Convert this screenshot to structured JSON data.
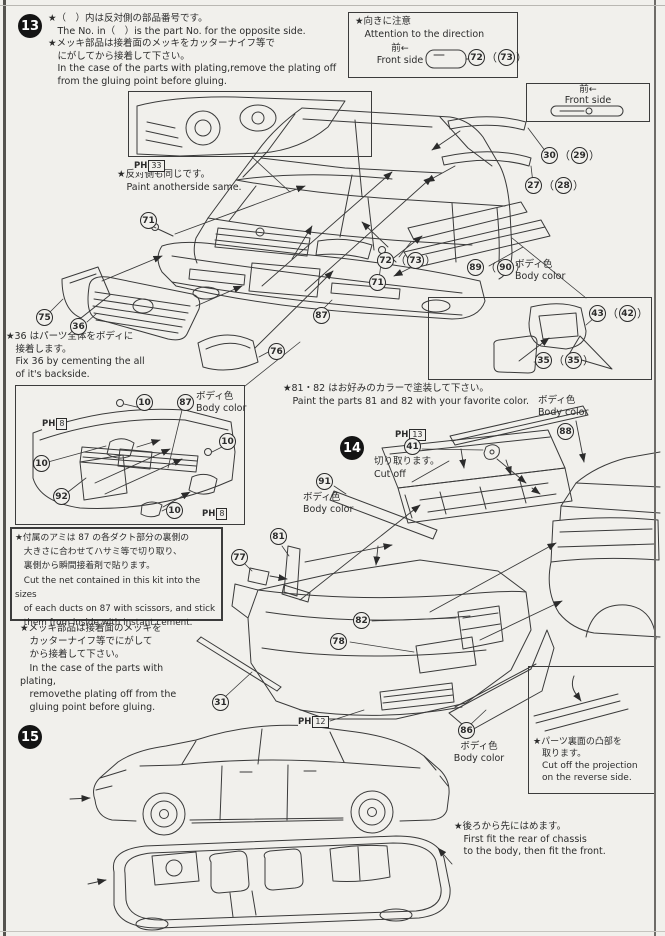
{
  "page": {
    "background": "#f1f0ec",
    "ink": "#2b2b2b",
    "edge_color": "#55534f"
  },
  "steps": {
    "s13": "13",
    "s14": "14",
    "s15": "15"
  },
  "labels": {
    "ph_prefix": "PH",
    "paren_open": "（",
    "paren_close": "）",
    "body_color": "ボディ色\nBody color"
  },
  "notes": {
    "header": "★（　）内は反対側の部品番号です。\n　The No. in（　）is the part No. for the opposite side.\n★メッキ部品は接着面のメッキをカッターナイフ等で\n　にがしてから接着して下さい。\n　In the case of the parts with plating,remove the plating off\n　from the gluing point before gluing.",
    "direction_title": "★向きに注意\n　Attention to the direction",
    "direction_front": "前←\nFront side",
    "frontbox_front": "前←\nFront side",
    "opposite_same": "★反対側も同じです。\n　Paint anotherside same.",
    "fix36": "★36 はパーツ全体をボディに\n　接着します。\n　Fix 36 by cementing the all\n　of it's backside.",
    "paint_8182": "★81・82 はお好みのカラーで塗装して下さい。\n　Paint the parts 81 and 82 with your favorite color.",
    "net": "★付属のアミは 87 の各ダクト部分の裏側の\n　大きさに合わせてハサミ等で切り取り、\n　裏側から瞬間接着剤で貼ります。\n　Cut the net contained in this kit into the sizes\n　of each ducts on 87 with scissors, and stick\n　them from inside with instant cement.",
    "plating": "★メッキ部品は接着面のメッキを\n　カッターナイフ等でにがして\n　から接着して下さい。\n　In the case of the parts with plating,\n　removethe plating off from the\n　gluing point before gluing.",
    "cut_off": "切り取ります。\nCut off",
    "projection": "★パーツ裏面の凸部を\n　取ります。\n　Cut off the projection\n　on the reverse side.",
    "rear_first": "★後ろから先にはめます。\n　First fit the rear of chassis\n　to the body, then fit the front."
  },
  "parts": {
    "n71": "71",
    "n72": "72",
    "n73": "73",
    "n75": "75",
    "n36": "36",
    "n87": "87",
    "n76": "76",
    "n30": "30",
    "n29": "29",
    "n27": "27",
    "n28": "28",
    "n89": "89",
    "n90": "90",
    "n43": "43",
    "n42": "42",
    "n35": "35",
    "n10": "10",
    "n92": "92",
    "n41": "41",
    "n91": "91",
    "n88": "88",
    "n81": "81",
    "n77": "77",
    "n82": "82",
    "n78": "78",
    "n31": "31",
    "n86": "86"
  },
  "ph": {
    "headlight": "33",
    "bumper_left": "8",
    "bumper_right": "8",
    "trunk_clip": "13",
    "rear_lower": "12"
  }
}
